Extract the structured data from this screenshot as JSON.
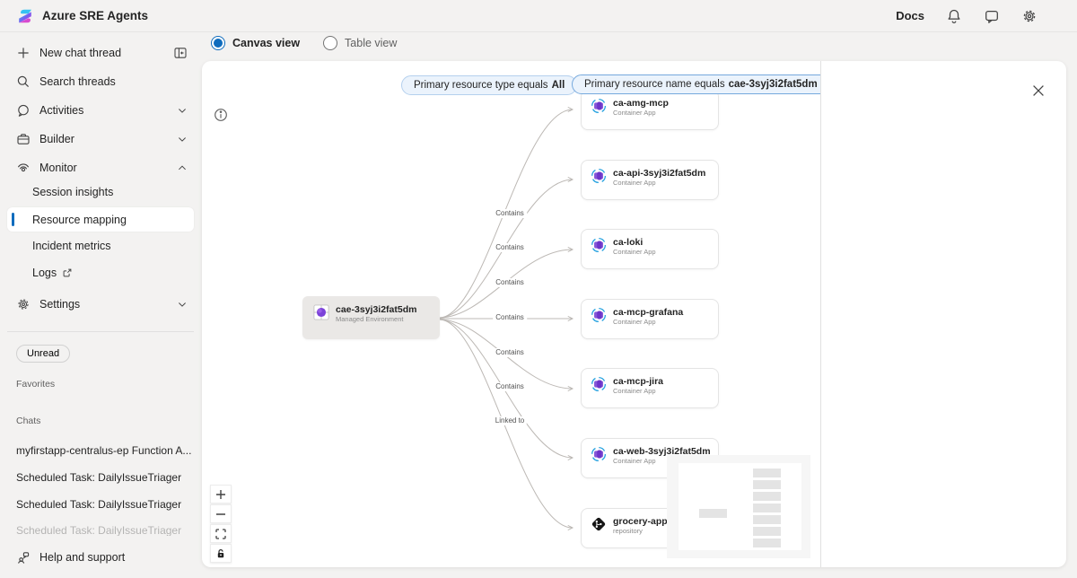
{
  "app": {
    "title": "Azure SRE Agents",
    "docs": "Docs"
  },
  "sidebar": {
    "new_chat_thread": "New chat thread",
    "search_threads": "Search threads",
    "activities": "Activities",
    "builder": "Builder",
    "monitor": "Monitor",
    "monitor_items": {
      "session_insights": "Session insights",
      "resource_mapping": "Resource mapping",
      "incident_metrics": "Incident metrics",
      "logs": "Logs"
    },
    "settings": "Settings",
    "unread": "Unread",
    "favorites": "Favorites",
    "chats": "Chats",
    "chat_items": [
      "myfirstapp-centralus-ep Function A...",
      "Scheduled Task: DailyIssueTriager",
      "Scheduled Task: DailyIssueTriager",
      "Scheduled Task: DailyIssueTriager"
    ],
    "help_and_support": "Help and support"
  },
  "toolbar": {
    "canvas_view": "Canvas view",
    "table_view": "Table view"
  },
  "filters": [
    {
      "prefix": "Primary resource type equals",
      "value": "All"
    },
    {
      "prefix": "Primary resource name equals",
      "value": "cae-3syj3i2fat5dm"
    }
  ],
  "graph": {
    "root": {
      "name": "cae-3syj3i2fat5dm",
      "type": "Managed Environment"
    },
    "nodes": [
      {
        "name": "ca-amg-mcp",
        "type": "Container App",
        "relation": "Contains"
      },
      {
        "name": "ca-api-3syj3i2fat5dm",
        "type": "Container App",
        "relation": "Contains"
      },
      {
        "name": "ca-loki",
        "type": "Container App",
        "relation": "Contains"
      },
      {
        "name": "ca-mcp-grafana",
        "type": "Container App",
        "relation": "Contains"
      },
      {
        "name": "ca-mcp-jira",
        "type": "Container App",
        "relation": "Contains"
      },
      {
        "name": "ca-web-3syj3i2fat5dm",
        "type": "Container App",
        "relation": "Contains"
      },
      {
        "name": "grocery-app.git",
        "type": "repository",
        "relation": "Linked to"
      }
    ]
  },
  "colors": {
    "accent": "#0f6cbd",
    "pill_bg": "#ebf3fc",
    "container_app_purple": "#8655d6",
    "edge": "#b8b4b0"
  }
}
